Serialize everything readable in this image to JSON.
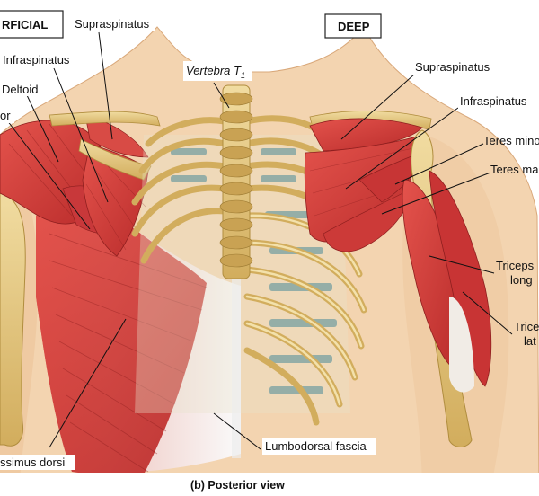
{
  "panel_tags": {
    "superficial": "RFICIAL",
    "deep": "DEEP"
  },
  "labels": {
    "supraspinatus_left": "Supraspinatus",
    "infraspinatus_left": "Infraspinatus",
    "deltoid": "Deltoid",
    "teres_major_left": "or",
    "latissimus_dorsi": "ssimus dorsi",
    "vertebra": "Vertebra T",
    "vertebra_sub": "1",
    "supraspinatus_right": "Supraspinatus",
    "infraspinatus_right": "Infraspinatus",
    "teres_minor": "Teres mino",
    "teres_major_right": "Teres ma",
    "triceps_long_1": "Triceps",
    "triceps_long_2": "long",
    "triceps_lateral_1": "Trice",
    "triceps_lateral_2": "lat",
    "lumbodorsal_fascia": "Lumbodorsal fascia"
  },
  "caption": "(b) Posterior view",
  "colors": {
    "skin": "#f3d4b0",
    "muscle": "#d9403c",
    "muscle_dark": "#b52a2a",
    "bone": "#e3c67f",
    "bone_dark": "#b08d3e",
    "cartilage": "#7fa4a3",
    "fascia": "#f2f2f2"
  }
}
